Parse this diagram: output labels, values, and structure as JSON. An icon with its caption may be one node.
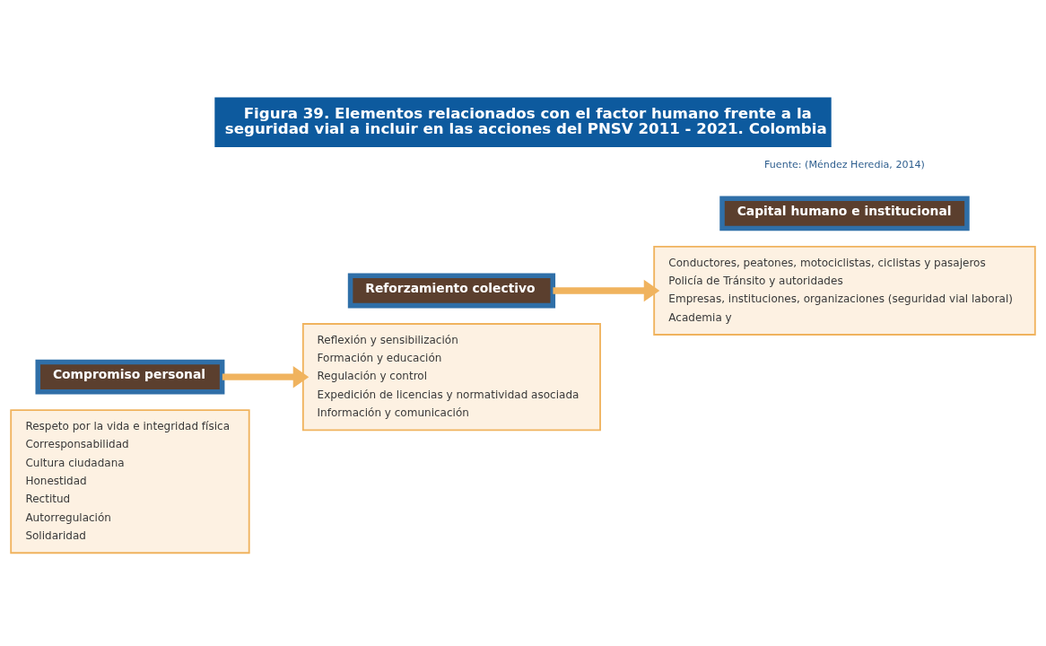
{
  "diagram": {
    "title": "Figura 39. Elementos relacionados con el factor humano frente a la seguridad vial a incluir en las acciones del PNSV 2011 - 2021. Colombia",
    "caption": "Fuente: (Méndez Heredia, 2014)",
    "nodes": [
      {
        "text": [
          "Respeto por la vida e integridad física",
          "Corresponsabilidad",
          "Cultura ciudadana",
          "Honestidad",
          "Rectitud",
          "Autorregulación",
          "Solidaridad"
        ]
      },
      {
        "text": [
          "Compromiso personal"
        ]
      },
      {
        "text": [
          "Reflexión y sensibilización",
          "Formación y educación",
          "Regulación y control",
          "Expedición de licencias y normatividad asociada",
          "Información y comunicación"
        ]
      },
      {
        "text": [
          "Reforzamiento colectivo"
        ]
      },
      {
        "text": [
          "Conductores, peatones, motociclistas, ciclistas y pasajeros",
          "Policía de Tránsito y autoridades",
          "Empresas, instituciones, organizaciones (seguridad vial laboral)",
          "Academia y"
        ]
      },
      {
        "text": [
          "Capital humano e institucional"
        ]
      }
    ],
    "edges": [
      {
        "from": 1,
        "to": 2,
        "arrow": "to"
      },
      {
        "from": 3,
        "to": 4,
        "arrow": "to"
      }
    ]
  }
}
